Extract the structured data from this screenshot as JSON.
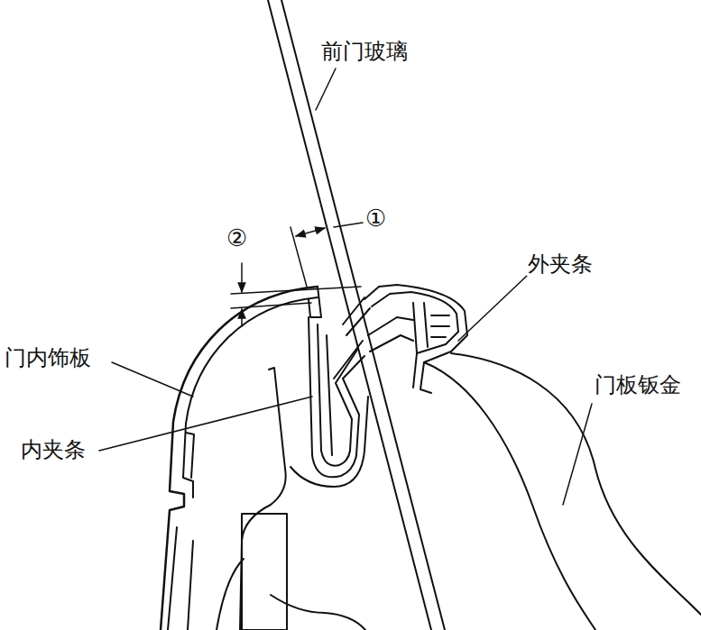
{
  "diagram": {
    "labels": [
      "前门玻璃",
      "①",
      "②",
      "外夹条",
      "门内饰板",
      "内夹条",
      "门板钣金"
    ]
  }
}
